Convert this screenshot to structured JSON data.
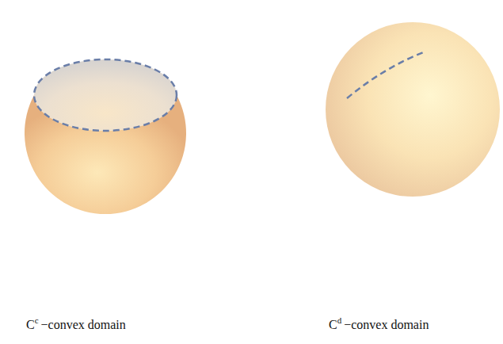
{
  "diagram": {
    "labels": [
      "C",
      "c",
      "−convex domain",
      "C",
      "d",
      "−convex domain"
    ]
  }
}
